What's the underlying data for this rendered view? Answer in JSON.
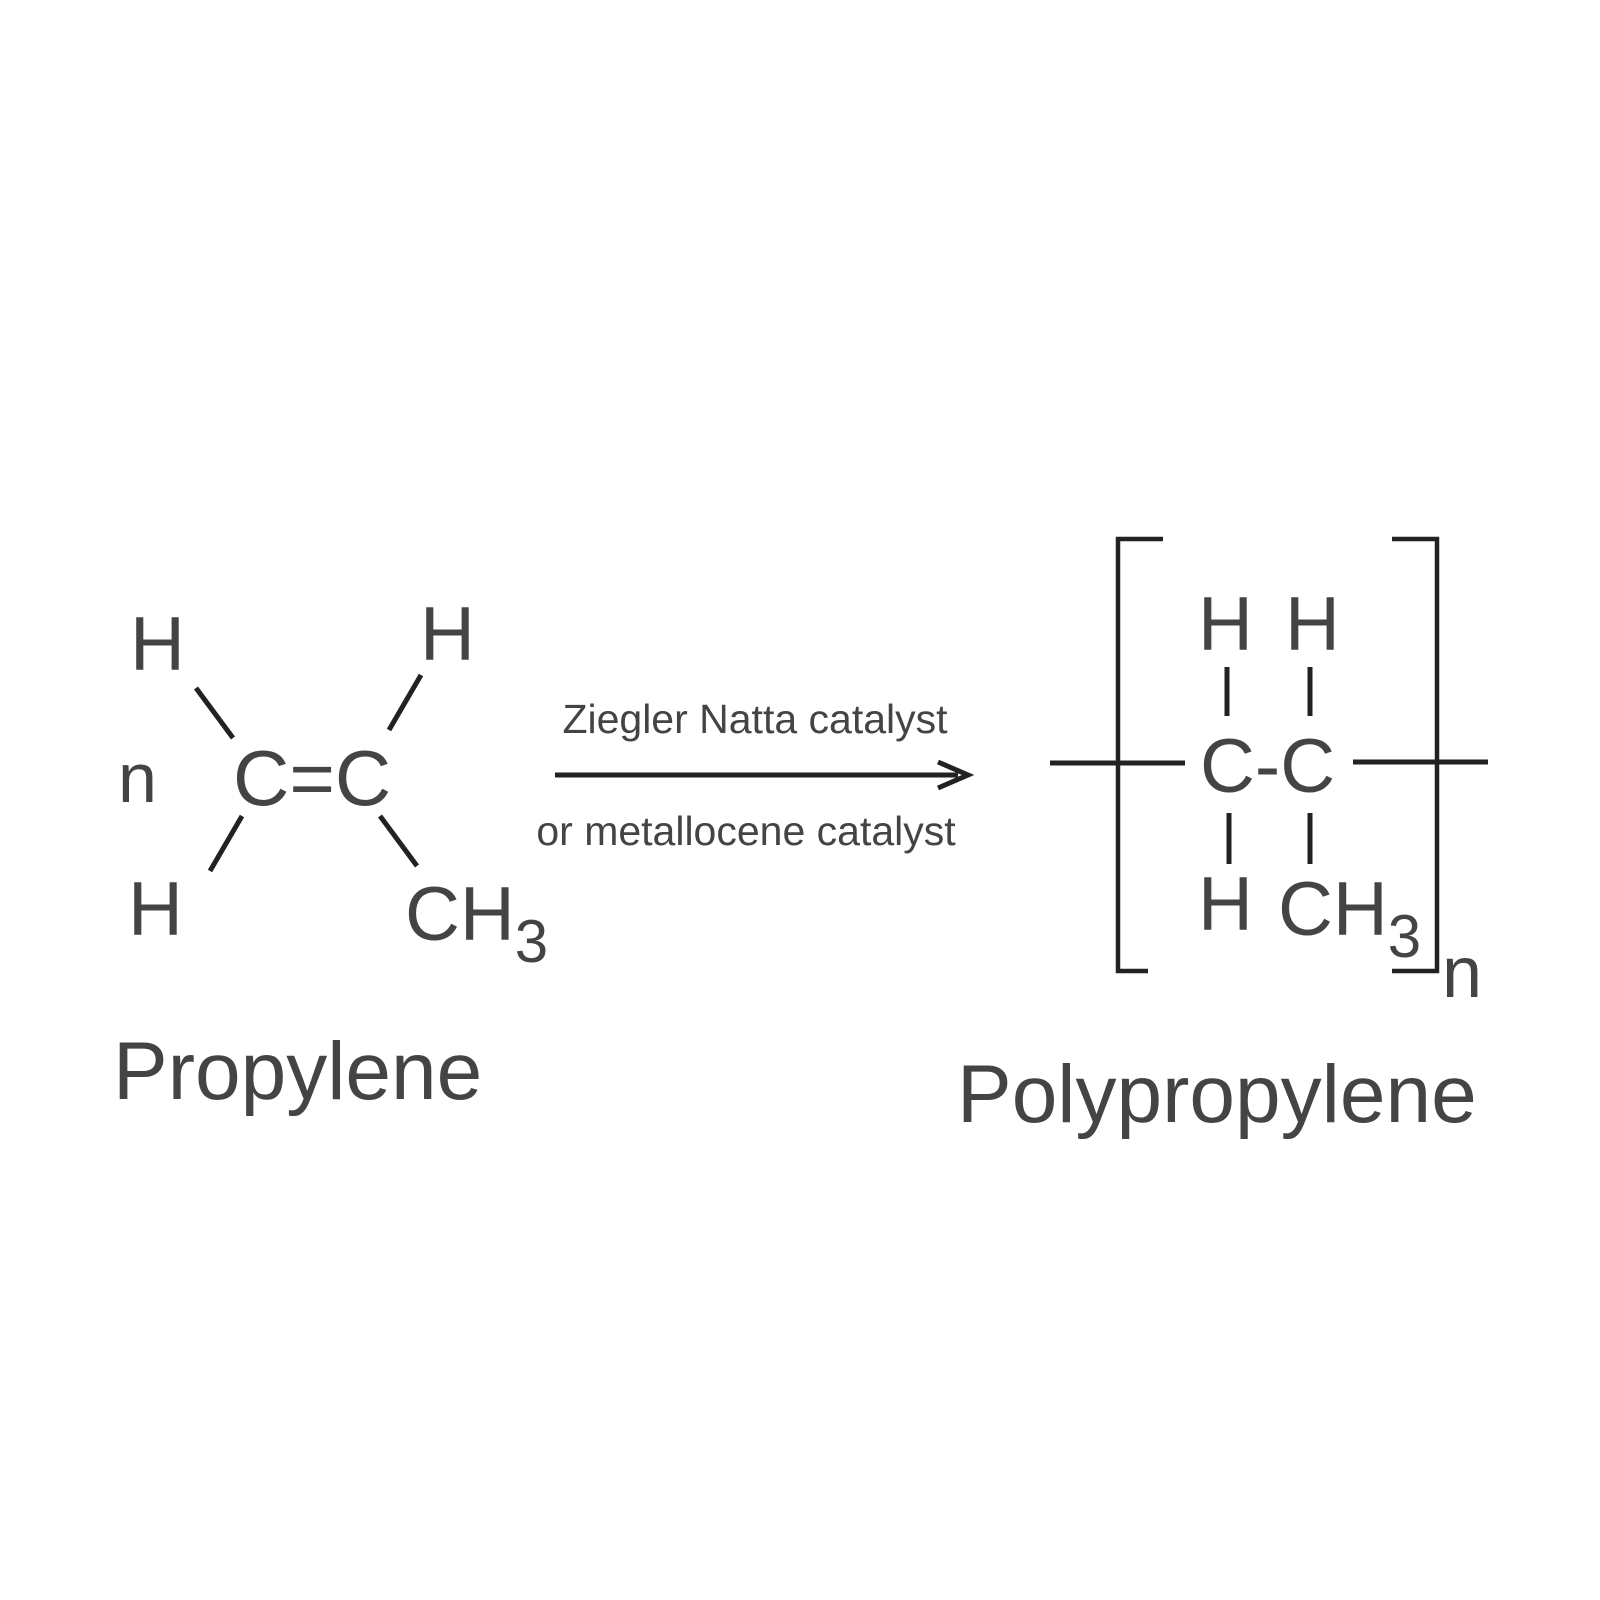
{
  "reactant": {
    "coefficient": "n",
    "atom_h_top_left": "H",
    "atom_h_top_right": "H",
    "atom_h_bottom_left": "H",
    "core": "C=C",
    "methyl_base": "CH",
    "methyl_sub": "3",
    "name": "Propylene"
  },
  "reaction": {
    "catalyst_line1": "Ziegler Natta catalyst",
    "catalyst_line2": "or metallocene catalyst"
  },
  "product": {
    "atom_h_top_1": "H",
    "atom_h_top_2": "H",
    "core": "C-C",
    "atom_h_bottom": "H",
    "methyl_base": "CH",
    "methyl_sub": "3",
    "repeat_subscript": "n",
    "name": "Polypropylene"
  }
}
